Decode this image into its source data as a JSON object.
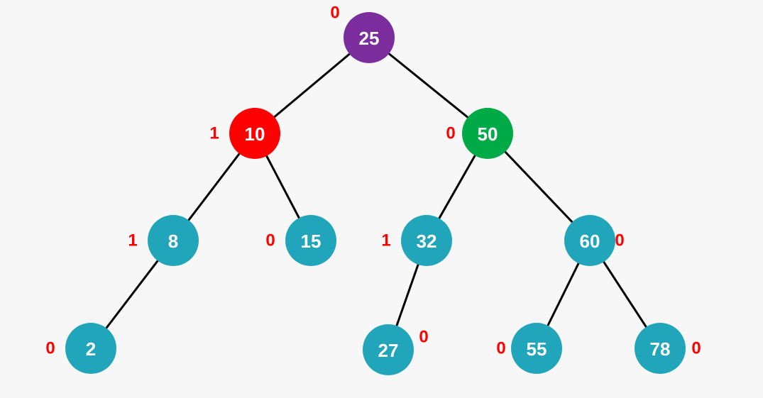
{
  "colors": {
    "background": "#f7f7f7",
    "edge": "#000000",
    "balance_label": "#ff0000",
    "default_node": "#20a5bb",
    "root_node": "#7b2d9e",
    "node_value_text": "#ffffff"
  },
  "tree": {
    "nodes": [
      {
        "id": "n25",
        "value": "25",
        "balance": "0",
        "parent": null,
        "color": "#7b2d9e"
      },
      {
        "id": "n10",
        "value": "10",
        "balance": "1",
        "parent": "n25",
        "color": "#ff0000"
      },
      {
        "id": "n50",
        "value": "50",
        "balance": "0",
        "parent": "n25",
        "color": "#00aa47"
      },
      {
        "id": "n8",
        "value": "8",
        "balance": "1",
        "parent": "n10",
        "color": "#20a5bb"
      },
      {
        "id": "n15",
        "value": "15",
        "balance": "0",
        "parent": "n10",
        "color": "#20a5bb"
      },
      {
        "id": "n32",
        "value": "32",
        "balance": "1",
        "parent": "n50",
        "color": "#20a5bb"
      },
      {
        "id": "n60",
        "value": "60",
        "balance": "0",
        "parent": "n50",
        "color": "#20a5bb"
      },
      {
        "id": "n2",
        "value": "2",
        "balance": "0",
        "parent": "n8",
        "color": "#20a5bb"
      },
      {
        "id": "n27",
        "value": "27",
        "balance": "0",
        "parent": "n32",
        "color": "#20a5bb"
      },
      {
        "id": "n55",
        "value": "55",
        "balance": "0",
        "parent": "n60",
        "color": "#20a5bb"
      },
      {
        "id": "n78",
        "value": "78",
        "balance": "0",
        "parent": "n60",
        "color": "#20a5bb"
      }
    ]
  }
}
